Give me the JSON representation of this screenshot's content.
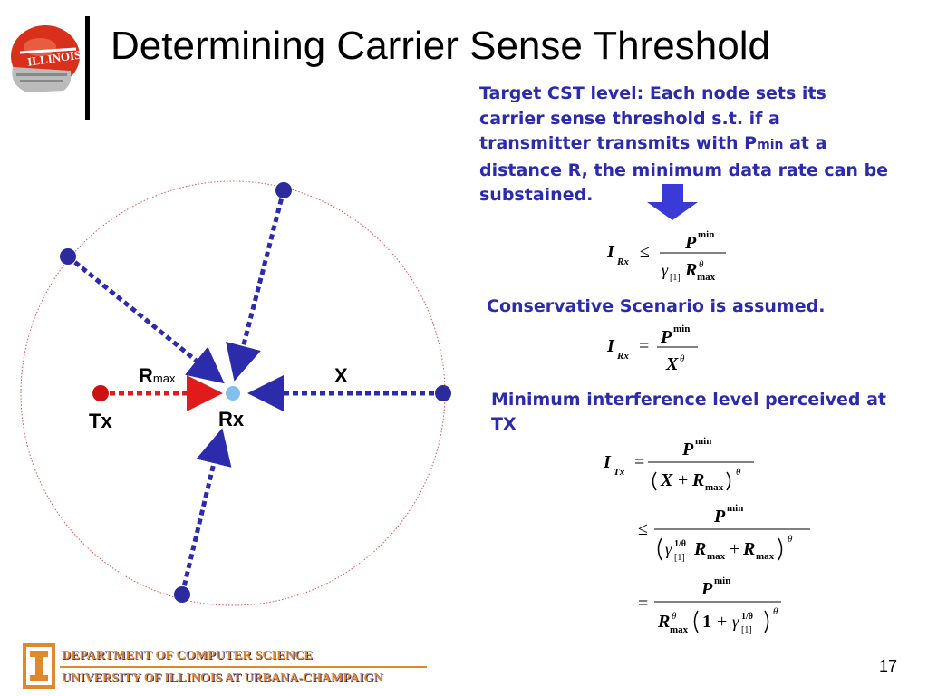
{
  "title": "Determining Carrier Sense Threshold",
  "target_text": {
    "line_before_sub": "Target CST level: Each node sets its carrier sense threshold s.t. if a transmitter transmits with P",
    "sub": "min",
    "line_after_sub": " at a distance R, the minimum data rate can be substained."
  },
  "conservative_text": "Conservative Scenario is assumed.",
  "minimum_text": "Minimum interference level perceived at TX",
  "diagram": {
    "rmax_main": "R",
    "rmax_sub": "max",
    "x_label": "X",
    "tx_label": "Tx",
    "rx_label": "Rx"
  },
  "math": {
    "P": "P",
    "min": "min",
    "I": "I",
    "Rx": "Rx",
    "Tx": "Tx",
    "le": "≤",
    "eq": "=",
    "gamma": "γ",
    "one_bracket": "[1]",
    "R": "R",
    "max": "max",
    "theta": "θ",
    "X": "X",
    "plus": "+",
    "one": "1",
    "inv_theta": "1/θ"
  },
  "footer": {
    "department": "DEPARTMENT OF COMPUTER SCIENCE",
    "university": "UNIVERSITY OF ILLINOIS AT URBANA-CHAMPAIGN"
  },
  "page_number": "17",
  "colors": {
    "text_blue": "#2b2bab",
    "arrow_blue": "#2b2bab",
    "arrow_red": "#e11b1b",
    "node_blue": "#2b2b9e",
    "node_red": "#cc1111",
    "rx_node": "#7fc0f0",
    "circle": "#e05050",
    "footer_orange": "#e0892a"
  },
  "icons": [
    "illini-helmet-logo",
    "block-i-logo",
    "down-arrow-icon"
  ]
}
